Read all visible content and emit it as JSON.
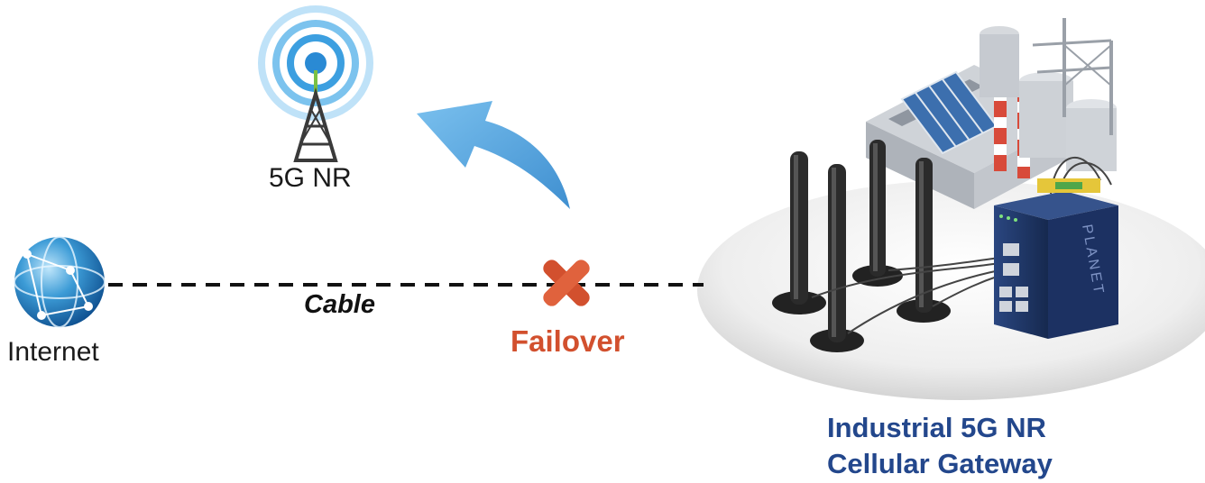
{
  "labels": {
    "tower": "5G NR",
    "internet": "Internet",
    "cable": "Cable",
    "failover": "Failover",
    "gateway_line1": "Industrial 5G NR",
    "gateway_line2": "Cellular Gateway",
    "device_brand": "PLANET"
  },
  "icons": [
    "cell-tower-icon",
    "globe-icon",
    "failover-arrow-icon",
    "red-x-icon",
    "antenna-icon",
    "gateway-device-icon",
    "factory-icon"
  ],
  "colors": {
    "failover_text": "#d2502e",
    "gateway_text": "#23478c",
    "arrow": "#5aa8e0",
    "x_mark": "#d2502e",
    "device": "#1f3566"
  }
}
